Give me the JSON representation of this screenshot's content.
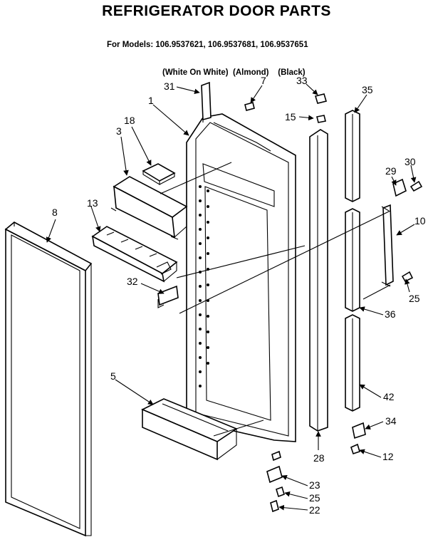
{
  "header": {
    "title": "REFRIGERATOR DOOR PARTS",
    "models_line": "For Models: 106.9537621, 106.9537681, 106.9537651",
    "finish_line": "(White On White)  (Almond)    (Black)"
  },
  "callouts": {
    "c31": "31",
    "c7": "7",
    "c33": "33",
    "c35": "35",
    "c1": "1",
    "c15": "15",
    "c18": "18",
    "c3": "3",
    "c30": "30",
    "c29": "29",
    "c8": "8",
    "c13": "13",
    "c10": "10",
    "c32": "32",
    "c25a": "25",
    "c36": "36",
    "c5": "5",
    "c42": "42",
    "c34": "34",
    "c28": "28",
    "c12": "12",
    "c23": "23",
    "c25b": "25",
    "c22": "22"
  }
}
